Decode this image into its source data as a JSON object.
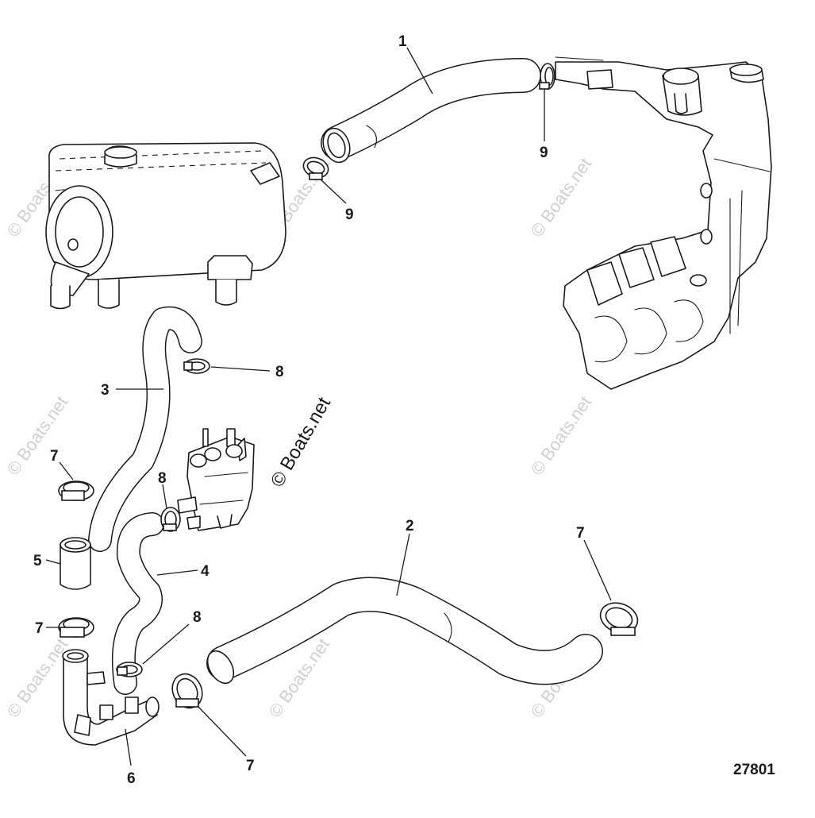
{
  "watermark": {
    "main": "© Boats.net",
    "repeat": "© Boats.net"
  },
  "drawing_number": "27801",
  "callouts": {
    "c1": "1",
    "c2": "2",
    "c3": "3",
    "c4": "4",
    "c5": "5",
    "c6": "6",
    "c7a": "7",
    "c7b": "7",
    "c7c": "7",
    "c7d": "7",
    "c8a": "8",
    "c8b": "8",
    "c8c": "8",
    "c9a": "9",
    "c9b": "9"
  }
}
